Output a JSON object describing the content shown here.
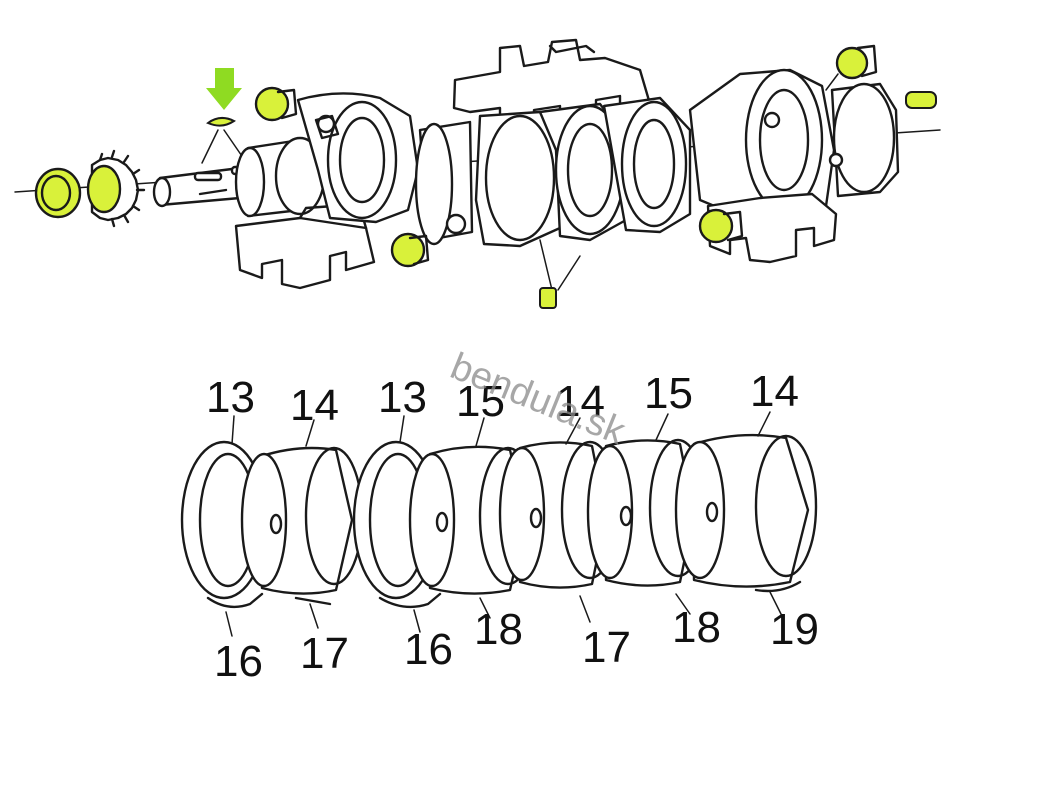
{
  "colors": {
    "highlight": "#d9f13a",
    "arrow": "#8fdb22",
    "line": "#1a1a1a"
  },
  "watermark": "bendula.sk",
  "callouts": [
    "13",
    "14",
    "13",
    "15",
    "14",
    "15",
    "14",
    "16",
    "17",
    "16",
    "18",
    "17",
    "18",
    "19"
  ]
}
